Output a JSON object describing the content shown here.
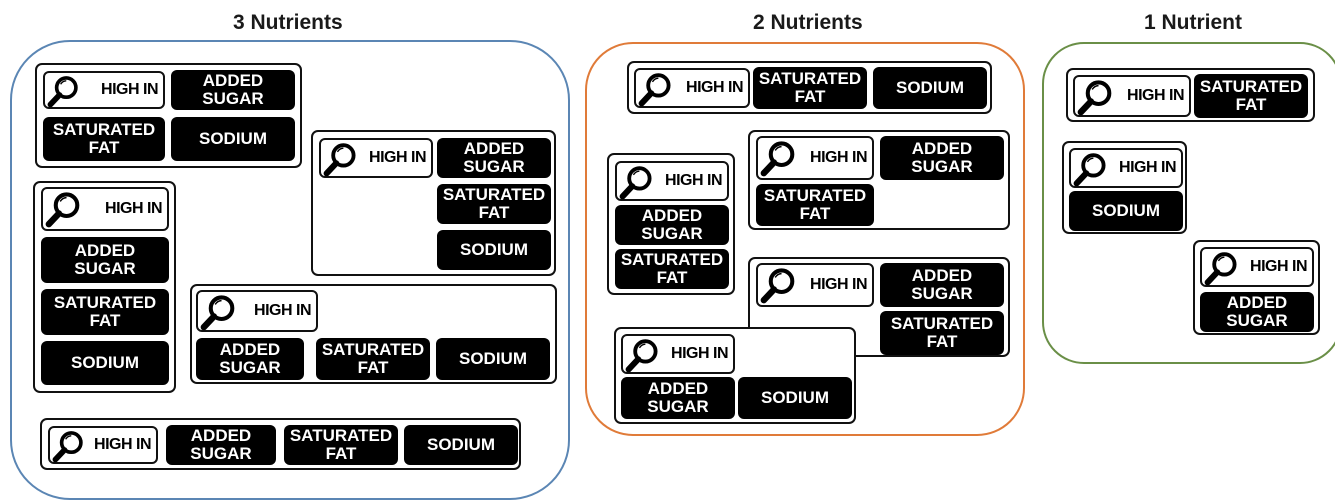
{
  "groups": [
    {
      "title": "3 Nutrients",
      "color": "#5b86b4"
    },
    {
      "title": "2 Nutrients",
      "color": "#e07b39"
    },
    {
      "title": "1 Nutrient",
      "color": "#6a8f47"
    }
  ],
  "label_text": {
    "high_in": "HIGH IN",
    "added_sugar": "ADDED\nSUGAR",
    "saturated_fat": "SATURATED\nFAT",
    "sodium": "SODIUM"
  },
  "icon": "magnifying-glass-icon"
}
